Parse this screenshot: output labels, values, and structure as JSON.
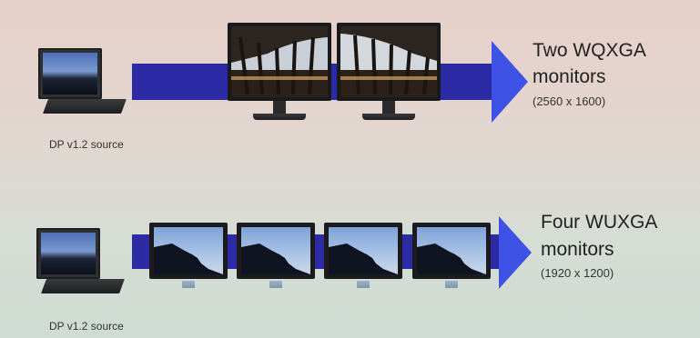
{
  "rows": [
    {
      "source_label": "DP v1.2 source",
      "title_line1": "Two WQXGA",
      "title_line2": "monitors",
      "resolution": "(2560 x 1600)",
      "monitor_count": 2
    },
    {
      "source_label": "DP v1.2 source",
      "title_line1": "Four WUXGA",
      "title_line2": "monitors",
      "resolution": "(1920 x 1200)",
      "monitor_count": 4
    }
  ],
  "colors": {
    "arrow_body": "#2d2aa6",
    "arrow_head": "#3e52e6",
    "background_top": "#e7cfc9",
    "background_bottom": "#cfdcd3"
  },
  "icons": [
    "laptop-icon",
    "monitor-icon"
  ]
}
